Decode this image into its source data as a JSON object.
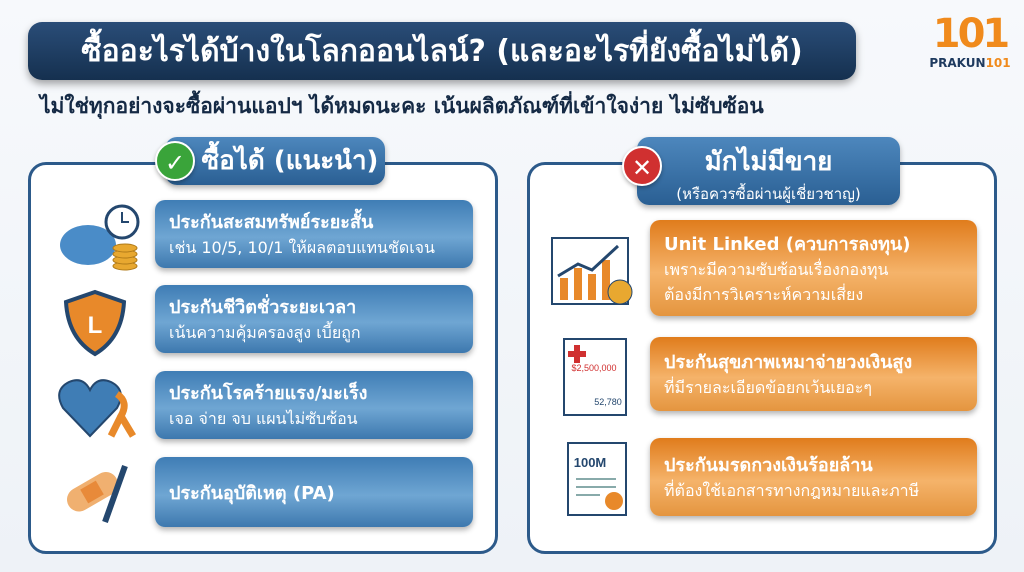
{
  "header": {
    "title": "ซื้ออะไรได้บ้างในโลกออนไลน์? (และอะไรที่ยังซื้อไม่ได้)",
    "subtitle": "ไม่ใช่ทุกอย่างจะซื้อผ่านแอปฯ ได้หมดนะคะ เน้นผลิตภัณฑ์ที่เข้าใจง่าย ไม่ซับซ้อน"
  },
  "logo": {
    "number": "101",
    "brand": "PRAKUN",
    "brand_suffix": "101"
  },
  "left": {
    "title": "ซื้อได้ (แนะนำ)",
    "icon": "check-icon",
    "items": [
      {
        "title": "ประกันสะสมทรัพย์ระยะสั้น",
        "desc": "เช่น 10/5, 10/1 ให้ผลตอบแทนชัดเจน",
        "icon": "piggy-bank-clock-icon"
      },
      {
        "title": "ประกันชีวิตชั่วระยะเวลา",
        "desc": "เน้นความคุ้มครองสูง เบี้ยถูก",
        "icon": "shield-icon"
      },
      {
        "title": "ประกันโรคร้ายแรง/มะเร็ง",
        "desc": "เจอ จ่าย จบ แผนไม่ซับซ้อน",
        "icon": "heart-ribbon-icon"
      },
      {
        "title": "ประกันอุบัติเหตุ (PA)",
        "icon": "bandage-crutch-icon"
      }
    ]
  },
  "right": {
    "title": "มักไม่มีขาย",
    "subtitle": "(หรือควรซื้อผ่านผู้เชี่ยวชาญ)",
    "icon": "x-icon",
    "items": [
      {
        "title": "Unit Linked (ควบการลงทุน)",
        "desc": [
          "เพราะมีความซับซ้อนเรื่องกองทุน",
          "ต้องมีการวิเคราะห์ความเสี่ยง"
        ],
        "icon": "investment-chart-icon"
      },
      {
        "title": "ประกันสุขภาพเหมาจ่ายวงเงินสูง",
        "desc": [
          "ที่มีรายละเอียดข้อยกเว้นเยอะๆ"
        ],
        "icon": "medical-bill-icon",
        "icon_text": [
          "$2,500,000",
          "52,780"
        ]
      },
      {
        "title": "ประกันมรดกวงเงินร้อยล้าน",
        "desc": [
          "ที่ต้องใช้เอกสารทางกฎหมายและภาษี"
        ],
        "icon": "legal-document-icon",
        "icon_text": [
          "100M"
        ]
      }
    ]
  },
  "colors": {
    "navy": "#1e3a5f",
    "blue": "#3f7db5",
    "orange": "#e07c1c",
    "green": "#3aa43a",
    "red": "#d03030"
  }
}
